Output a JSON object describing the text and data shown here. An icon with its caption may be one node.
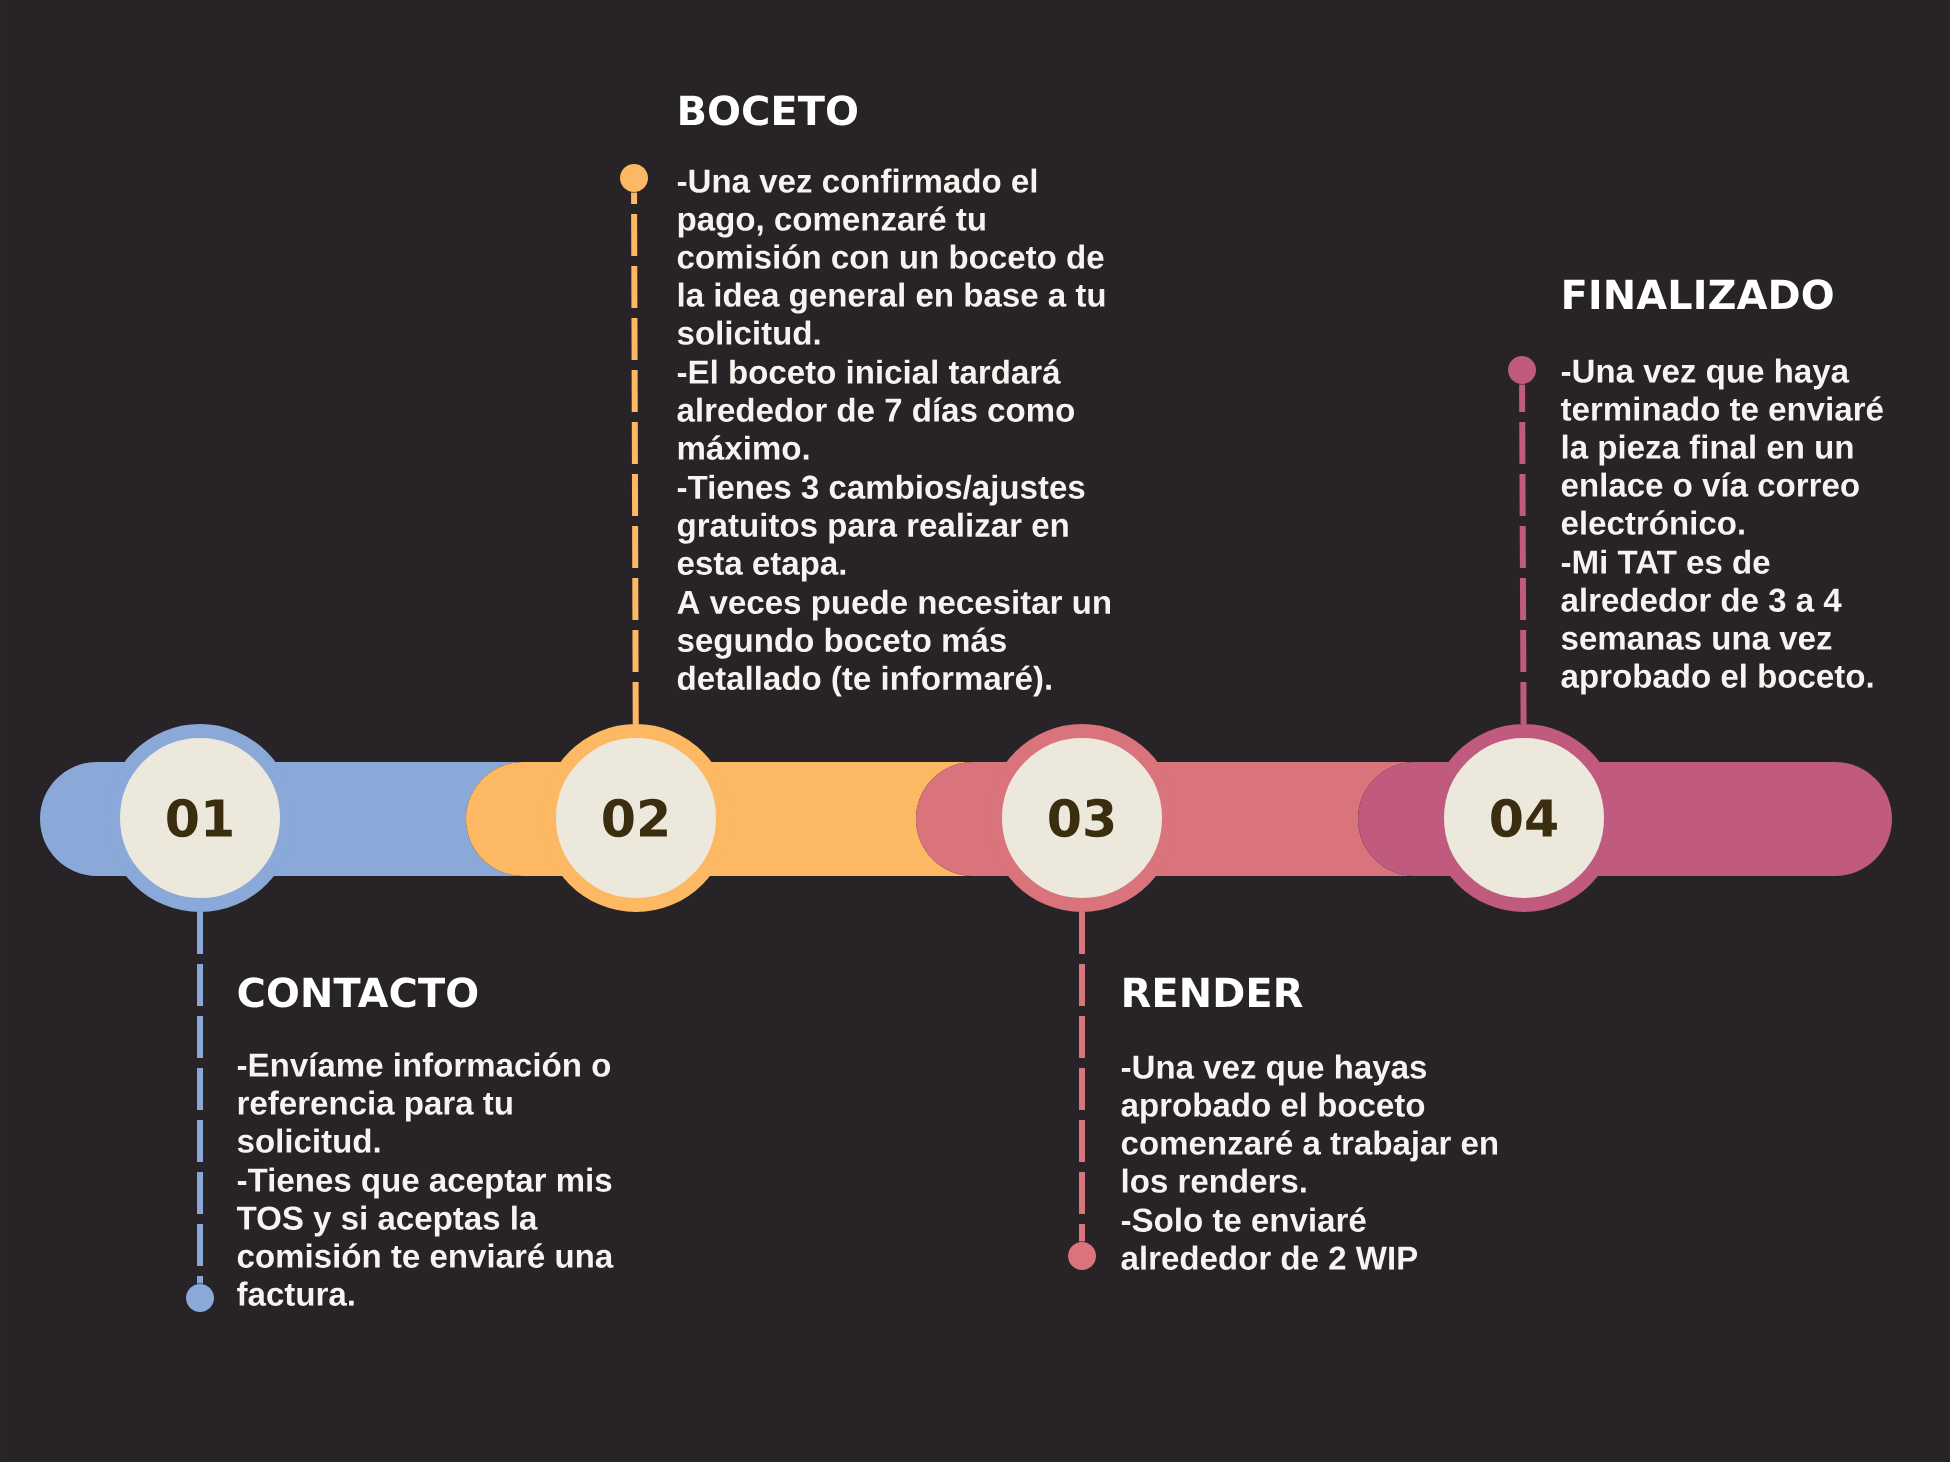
{
  "diagram": {
    "nodes": [
      {
        "text": [
          "01"
        ]
      },
      {
        "text": [
          "02"
        ]
      },
      {
        "text": [
          "03"
        ]
      },
      {
        "text": [
          "04"
        ]
      },
      {
        "text": [],
        "shape": "circle",
        "beside": [
          "CONTACTO",
          "-Envíame información o referencia para tu solicitud.",
          "-Tienes que aceptar mis TOS y si aceptas la comisión te enviaré una factura."
        ]
      },
      {
        "text": [],
        "shape": "circle",
        "beside": [
          "BOCETO",
          "-Una vez confirmado el pago, comenzaré tu comisión con un boceto de la idea general en base a tu solicitud.",
          "-El boceto inicial tardará alrededor de 7 días como máximo.",
          "-Tienes 3 cambios/ajustes gratuitos para realizar en esta etapa.",
          "A veces puede necesitar un segundo boceto más detallado (te informaré)."
        ]
      },
      {
        "text": [],
        "shape": "circle",
        "beside": [
          "RENDER",
          "-Una vez que hayas aprobado el boceto comenzaré a trabajar en los renders.",
          "-Solo te enviaré alrededor de 2 WIP"
        ]
      },
      {
        "text": [],
        "shape": "circle",
        "beside": [
          "FINALIZADO",
          "-Una vez que haya terminado te enviaré la pieza final en un enlace o vía correo electrónico.",
          "-Mi TAT es de alrededor de 3 a 4 semanas una vez aprobado el boceto."
        ]
      },
      {
        "text": [],
        "shape": "bar"
      },
      {
        "text": [],
        "shape": "bar"
      },
      {
        "text": [],
        "shape": "bar"
      },
      {
        "text": [],
        "shape": "bar"
      }
    ],
    "edges": [
      {
        "from": 0,
        "to": 4,
        "arrow": "none",
        "style": "dashed",
        "color": "#8aa9d8"
      },
      {
        "from": 1,
        "to": 5,
        "arrow": "none",
        "style": "dashed",
        "color": "#fdb863"
      },
      {
        "from": 2,
        "to": 6,
        "arrow": "none",
        "style": "dashed",
        "color": "#d9737c"
      },
      {
        "from": 3,
        "to": 7,
        "arrow": "none",
        "style": "dashed",
        "color": "#c05a7e"
      }
    ]
  }
}
